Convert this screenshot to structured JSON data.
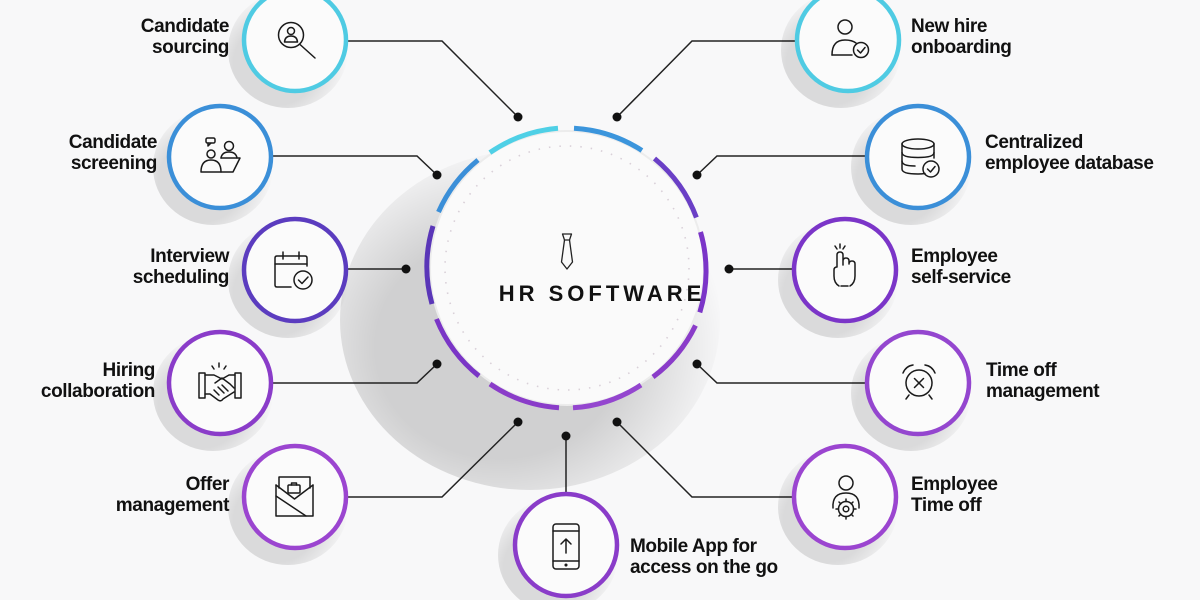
{
  "title": "HR SOFTWARE",
  "hub": {
    "icon": "necktie-icon",
    "ring_colors": [
      "#4fd0e6",
      "#3b95dc",
      "#6a3fc6",
      "#5a36b8",
      "#7b35c8",
      "#8a3cc9",
      "#9446cf",
      "#8a3cc9",
      "#7a35c6",
      "#6d3cc4",
      "#3b8fd8"
    ]
  },
  "features": [
    {
      "id": "candidate-sourcing",
      "line1": "Candidate",
      "line2": "sourcing",
      "icon": "person-search-icon",
      "color": "#4fcbe3",
      "side": "left"
    },
    {
      "id": "candidate-screening",
      "line1": "Candidate",
      "line2": "screening",
      "icon": "interview-people-icon",
      "color": "#3b8fd8",
      "side": "left"
    },
    {
      "id": "interview-scheduling",
      "line1": "Interview",
      "line2": "scheduling",
      "icon": "calendar-check-icon",
      "color": "#5b3cbf",
      "side": "left"
    },
    {
      "id": "hiring-collaboration",
      "line1": "Hiring",
      "line2": "collaboration",
      "icon": "handshake-icon",
      "color": "#8a3cc9",
      "side": "left"
    },
    {
      "id": "offer-management",
      "line1": "Offer",
      "line2": "management",
      "icon": "envelope-briefcase-icon",
      "color": "#9b45d0",
      "side": "left"
    },
    {
      "id": "mobile-app",
      "line1": "Mobile App for",
      "line2": "access on the go",
      "icon": "mobile-upload-icon",
      "color": "#8a3cc9",
      "side": "bottom"
    },
    {
      "id": "new-hire-onboarding",
      "line1": "New hire",
      "line2": "onboarding",
      "icon": "user-check-icon",
      "color": "#4fcbe3",
      "side": "right"
    },
    {
      "id": "centralized-database",
      "line1": "Centralized",
      "line2": "employee database",
      "icon": "database-check-icon",
      "color": "#3b8fd8",
      "side": "right"
    },
    {
      "id": "employee-self-service",
      "line1": "Employee",
      "line2": "self-service",
      "icon": "hand-pointer-icon",
      "color": "#7b35c8",
      "side": "right"
    },
    {
      "id": "time-off-management",
      "line1": "Time off",
      "line2": "management",
      "icon": "alarm-clock-x-icon",
      "color": "#9446cf",
      "side": "right"
    },
    {
      "id": "employee-time-off",
      "line1": "Employee",
      "line2": "Time off",
      "icon": "user-gear-icon",
      "color": "#9b45d0",
      "side": "right"
    }
  ]
}
